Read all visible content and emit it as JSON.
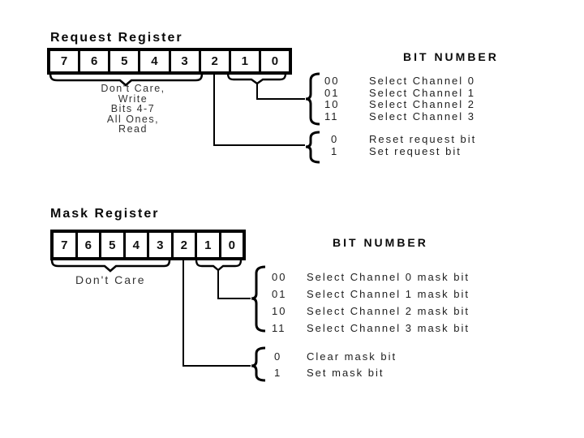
{
  "request_register": {
    "title": "Request Register",
    "bits": [
      "7",
      "6",
      "5",
      "4",
      "3",
      "2",
      "1",
      "0"
    ],
    "left_note": [
      "Don't Care,",
      "Write",
      "Bits 4-7",
      "All Ones,",
      "Read"
    ],
    "bit_number_header": "BIT NUMBER",
    "channel_group": {
      "rows": [
        {
          "code": "00",
          "label": "Select Channel 0"
        },
        {
          "code": "01",
          "label": "Select Channel 1"
        },
        {
          "code": "10",
          "label": "Select Channel 2"
        },
        {
          "code": "11",
          "label": "Select Channel 3"
        }
      ]
    },
    "action_group": {
      "rows": [
        {
          "code": "0",
          "label": "Reset request bit"
        },
        {
          "code": "1",
          "label": "Set request bit"
        }
      ]
    }
  },
  "mask_register": {
    "title": "Mask Register",
    "left_note": [
      "Don't Care"
    ],
    "bits": [
      "7",
      "6",
      "5",
      "4",
      "3",
      "2",
      "1",
      "0"
    ],
    "bit_number_header": "BIT NUMBER",
    "channel_group": {
      "rows": [
        {
          "code": "00",
          "label": "Select Channel 0 mask bit"
        },
        {
          "code": "01",
          "label": "Select Channel 1 mask bit"
        },
        {
          "code": "10",
          "label": "Select Channel 2 mask bit"
        },
        {
          "code": "11",
          "label": "Select Channel 3 mask bit"
        }
      ]
    },
    "action_group": {
      "rows": [
        {
          "code": "0",
          "label": "Clear mask bit"
        },
        {
          "code": "1",
          "label": "Set mask bit"
        }
      ]
    }
  },
  "colors": {
    "background": "#ffffff",
    "line": "#000000",
    "note_text": "#333333"
  }
}
